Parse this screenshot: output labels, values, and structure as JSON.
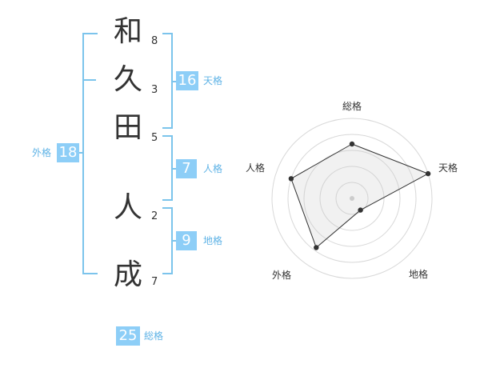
{
  "name": {
    "characters": [
      {
        "char": "和",
        "strokes": "8"
      },
      {
        "char": "久",
        "strokes": "3"
      },
      {
        "char": "田",
        "strokes": "5"
      },
      {
        "char": "人",
        "strokes": "2"
      },
      {
        "char": "成",
        "strokes": "7"
      }
    ]
  },
  "fortune": {
    "tenkaku": {
      "value": "16",
      "label": "天格"
    },
    "jinkaku": {
      "value": "7",
      "label": "人格"
    },
    "chikaku": {
      "value": "9",
      "label": "地格"
    },
    "gaikaku": {
      "value": "18",
      "label": "外格"
    },
    "soukaku": {
      "value": "25",
      "label": "総格"
    }
  },
  "chart_data": {
    "type": "radar",
    "axes": [
      "総格",
      "天格",
      "地格",
      "外格",
      "人格"
    ],
    "values": [
      3.4,
      5,
      0.9,
      3.8,
      4
    ],
    "max": 5,
    "rings": 5
  }
}
